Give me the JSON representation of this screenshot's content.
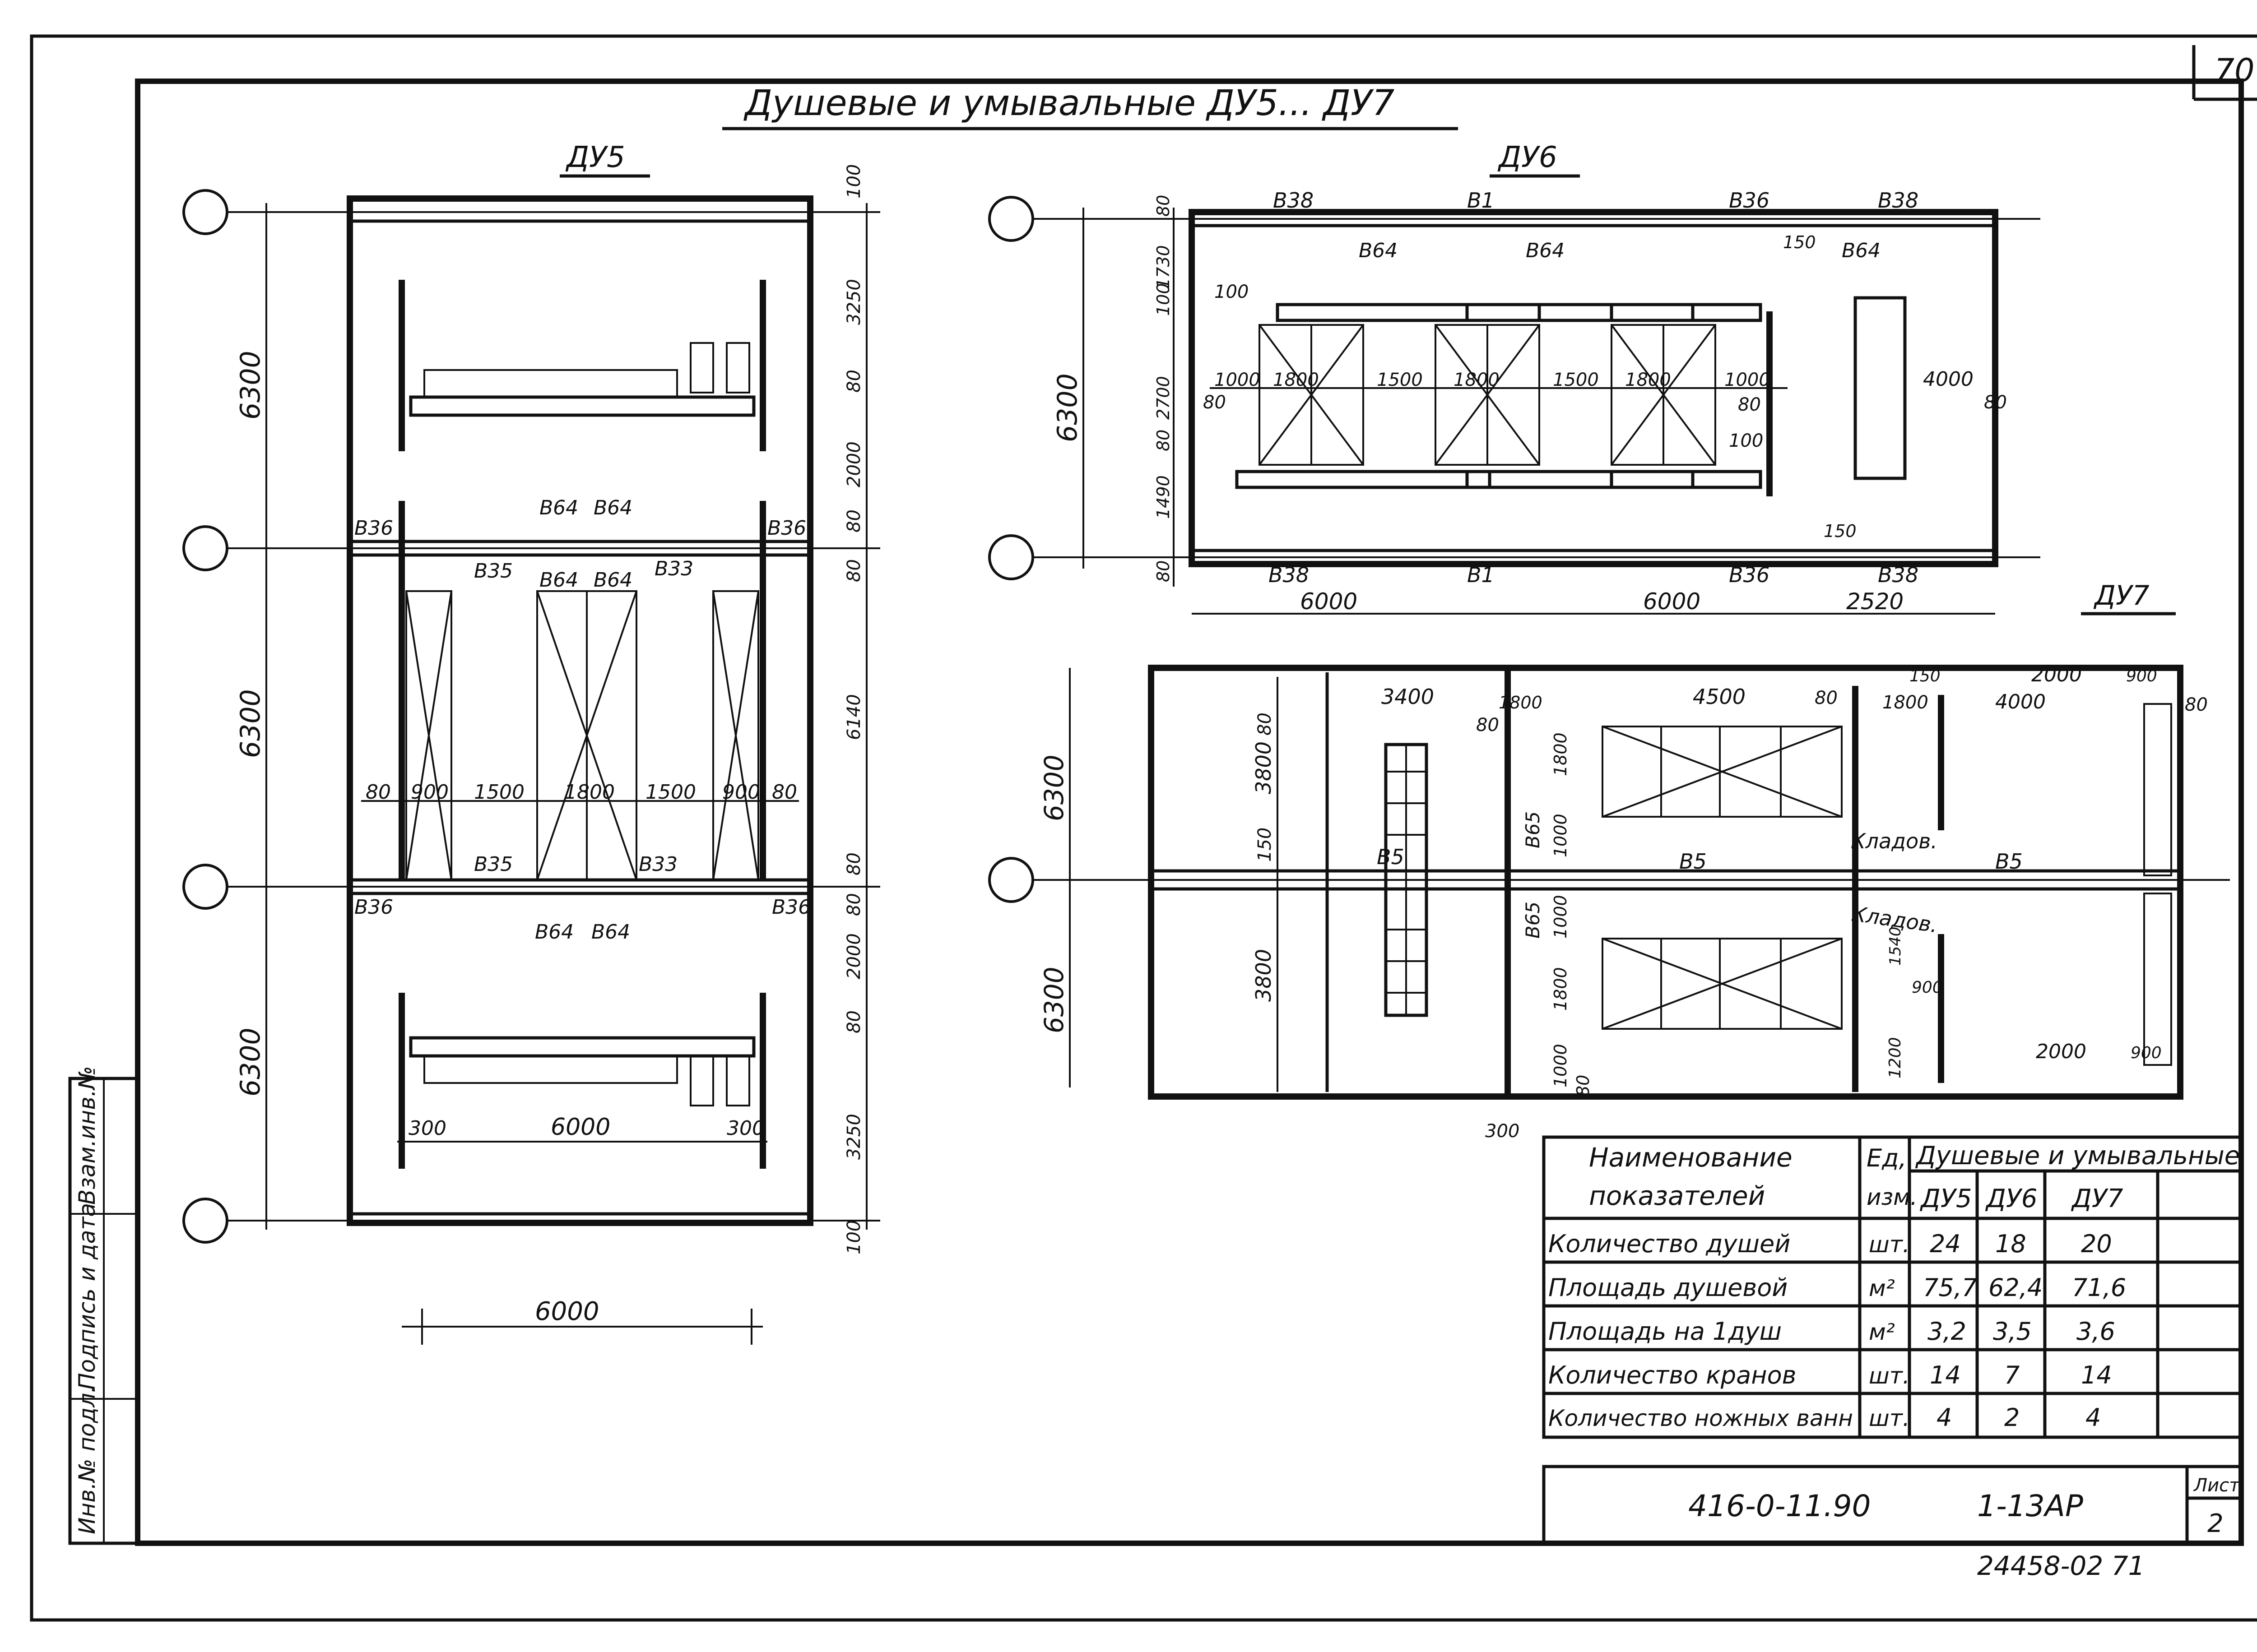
{
  "sheet": {
    "corner_number": "70",
    "title": "Душевые и умывальные ДУ5... ДУ7",
    "bottom_code": "24458-02 71"
  },
  "plans": {
    "du5": {
      "label": "ДУ5",
      "dims_overall": [
        "6300",
        "6300",
        "6300",
        "6000",
        "6000"
      ],
      "dims_right": [
        "100",
        "3250",
        "80",
        "2000",
        "80",
        "80",
        "6140",
        "80",
        "80",
        "2000",
        "80",
        "3250",
        "100"
      ],
      "dims_row_top": [
        "80",
        "900",
        "1500",
        "1800",
        "1500",
        "900",
        "80"
      ],
      "dims_bottom_inner": [
        "300",
        "6000",
        "300"
      ],
      "marks": [
        "В36",
        "В64",
        "В64",
        "В36",
        "В35",
        "В33",
        "В64",
        "В64",
        "В35",
        "В33",
        "В36",
        "В64",
        "В64",
        "В36"
      ]
    },
    "du6": {
      "label": "ДУ6",
      "marks_top": [
        "В38",
        "В1",
        "В36",
        "В38"
      ],
      "marks_windows_top": [
        "В64",
        "В64",
        "В64"
      ],
      "marks_bottom": [
        "В38",
        "В1",
        "В36",
        "В38"
      ],
      "dims_left": [
        "80",
        "1730",
        "100",
        "2700",
        "80",
        "1490",
        "80"
      ],
      "dims_overall_left": "6300",
      "dims_row": [
        "1000",
        "1800",
        "1500",
        "1800",
        "1500",
        "1800",
        "1000"
      ],
      "dims_misc": [
        "100",
        "80",
        "100",
        "4000",
        "80",
        "150",
        "150",
        "80"
      ],
      "dims_bottom": [
        "6000",
        "6000",
        "2520"
      ]
    },
    "du7": {
      "label": "ДУ7",
      "dims_left": [
        "6300",
        "6300"
      ],
      "dims_vert": [
        "80",
        "3800",
        "150",
        "3800"
      ],
      "dims_top": [
        "3400",
        "80",
        "1800",
        "4500",
        "80",
        "1800",
        "150",
        "2000",
        "900",
        "4000",
        "80"
      ],
      "dims_mid": [
        "1800",
        "1000",
        "1000",
        "1800",
        "1000",
        "80"
      ],
      "marks": [
        "В5",
        "В65",
        "В65",
        "В5",
        "В5"
      ],
      "rooms": [
        "Кладов.",
        "Кладов."
      ],
      "dims_bottom": [
        "300",
        "1200",
        "1540",
        "900",
        "2000",
        "900"
      ]
    }
  },
  "table": {
    "header_name": [
      "Наименование",
      "показателей"
    ],
    "header_unit": [
      "Ед,",
      "изм."
    ],
    "header_group": "Душевые и умывальные",
    "columns": [
      "ДУ5",
      "ДУ6",
      "ДУ7"
    ],
    "rows": [
      {
        "name": "Количество душей",
        "unit": "шт.",
        "values": [
          "24",
          "18",
          "20"
        ]
      },
      {
        "name": "Площадь душевой",
        "unit": "м²",
        "values": [
          "75,7",
          "62,4",
          "71,6"
        ]
      },
      {
        "name": "Площадь на 1душ",
        "unit": "м²",
        "values": [
          "3,2",
          "3,5",
          "3,6"
        ]
      },
      {
        "name": "Количество кранов",
        "unit": "шт.",
        "values": [
          "14",
          "7",
          "14"
        ]
      },
      {
        "name": "Количество ножных ванн",
        "unit": "шт.",
        "values": [
          "4",
          "2",
          "4"
        ]
      }
    ]
  },
  "stamp": {
    "doc_code": "416-0-11.90",
    "sheet_code": "1-13АР",
    "list_label": "Лист",
    "list_number": "2"
  },
  "side_stamp": {
    "labels": [
      "Инв.№ подл.",
      "Подпись и дата",
      "Взам.инв.№"
    ]
  }
}
